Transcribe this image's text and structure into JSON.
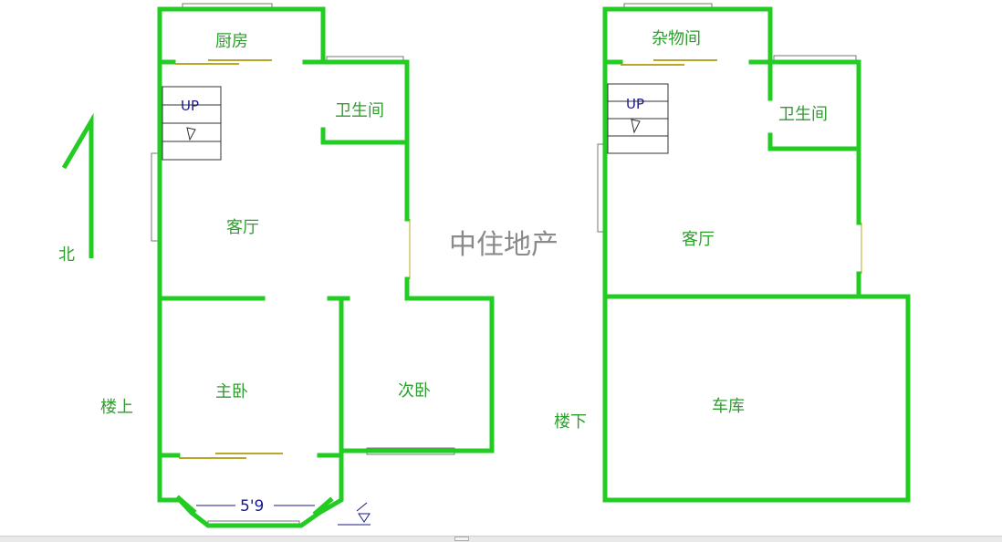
{
  "watermark": "中住地产",
  "north": {
    "label": "北"
  },
  "upper_floor": {
    "label": "楼上",
    "rooms": {
      "kitchen": "厨房",
      "bathroom": "卫生间",
      "living": "客厅",
      "master_bedroom": "主卧",
      "second_bedroom": "次卧"
    },
    "stair_label": "UP",
    "dimension": "5'9"
  },
  "lower_floor": {
    "label": "楼下",
    "rooms": {
      "storage": "杂物间",
      "bathroom": "卫生间",
      "living": "客厅",
      "garage": "车库"
    },
    "stair_label": "UP"
  },
  "colors": {
    "wall": "#22cc22",
    "label": "#2e9e2e",
    "watermark": "#8a8a8a",
    "dimension": "#1a1a8a"
  }
}
